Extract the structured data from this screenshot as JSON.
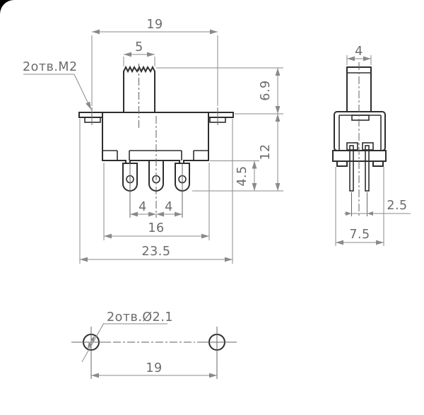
{
  "drawing": {
    "front": {
      "note_leader": "2отв.M2",
      "dim_hole_pitch": "19",
      "dim_knob_width": "5",
      "dim_knob_height": "6.9",
      "dim_body_height": "12",
      "dim_terminal_length": "4.5",
      "dim_terminal_pitch_left": "4",
      "dim_terminal_pitch_right": "4",
      "dim_body_width": "16",
      "dim_overall_width": "23.5"
    },
    "side": {
      "dim_knob_depth": "4",
      "dim_pin_pitch": "2.5",
      "dim_body_depth": "7.5"
    },
    "holes": {
      "note_leader": "2отв.Ø2.1",
      "dim_hole_pitch": "19"
    },
    "colors": {
      "object_line": "#2e2e2e",
      "dimension_line": "#8a8a8a",
      "text": "#6b6b6b",
      "background": "#ffffff"
    }
  }
}
